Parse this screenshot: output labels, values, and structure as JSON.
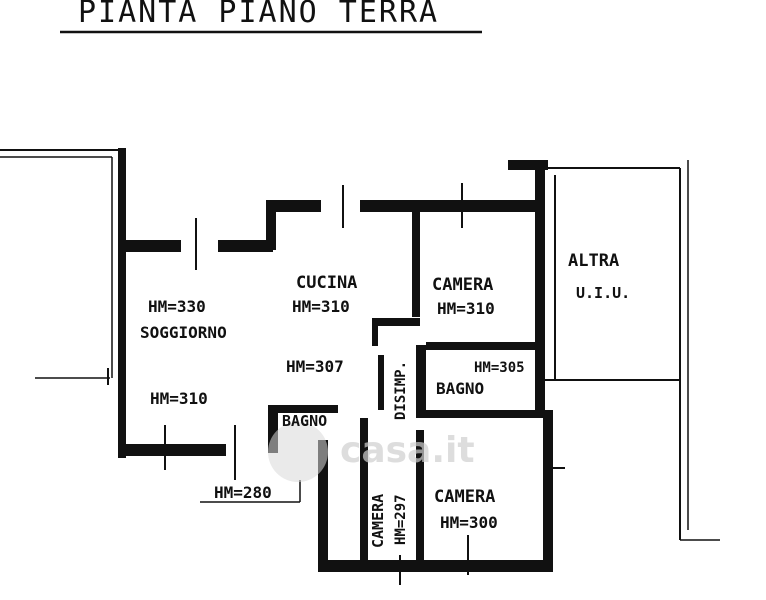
{
  "title": "PIANTA PIANO TERRA",
  "rooms": {
    "cucina": {
      "name": "CUCINA",
      "height": "HM=310"
    },
    "camera_top": {
      "name": "CAMERA",
      "height": "HM=310"
    },
    "altra": {
      "line1": "ALTRA",
      "line2": "U.I.U."
    },
    "soggiorno": {
      "name": "SOGGIORNO",
      "height_top": "HM=330",
      "height_bottom": "HM=310"
    },
    "corridor": {
      "height": "HM=307"
    },
    "disimp": {
      "name": "DISIMP."
    },
    "bagno_right": {
      "name": "BAGNO",
      "height": "HM=305"
    },
    "bagno_left": {
      "name": "BAGNO"
    },
    "camera_small": {
      "name": "CAMERA",
      "height": "HM=297"
    },
    "camera_bottom": {
      "name": "CAMERA",
      "height": "HM=300"
    },
    "terrace": {
      "height": "HM=280"
    }
  },
  "watermark": "casa.it"
}
